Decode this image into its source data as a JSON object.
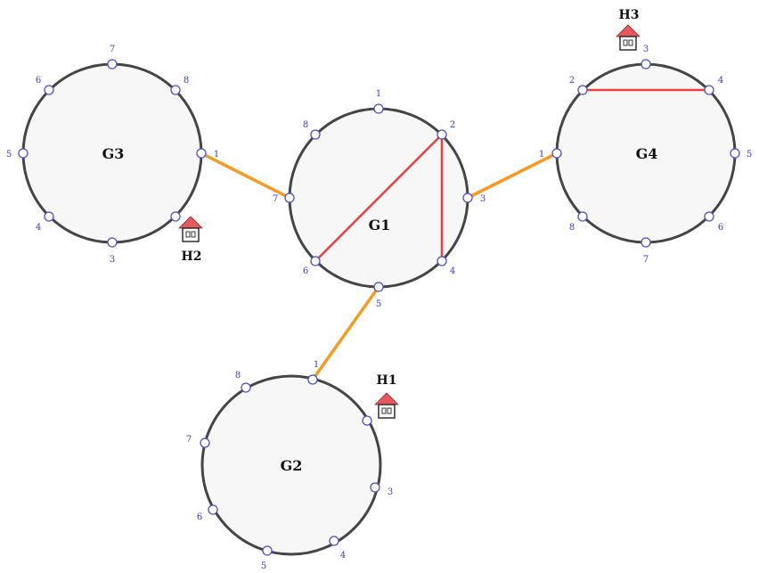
{
  "colors": {
    "group_fill": "#f7f7f7",
    "group_stroke": "#454545",
    "port_stroke": "#4a4fd0",
    "port_label": "#3b3bd8",
    "inter_link": "#f59a23",
    "intra_link": "#e8413f",
    "house_roof": "#e5585b"
  },
  "groups": [
    {
      "id": "G1",
      "label": "G1",
      "ports": [
        {
          "label": "1"
        },
        {
          "label": "2"
        },
        {
          "label": "3"
        },
        {
          "label": "4"
        },
        {
          "label": "5"
        },
        {
          "label": "6"
        },
        {
          "label": "7"
        },
        {
          "label": "8"
        }
      ]
    },
    {
      "id": "G2",
      "label": "G2",
      "ports": [
        {
          "label": "1"
        },
        {
          "label": "3"
        },
        {
          "label": "4"
        },
        {
          "label": "5"
        },
        {
          "label": "6"
        },
        {
          "label": "7"
        },
        {
          "label": "8"
        }
      ]
    },
    {
      "id": "G3",
      "label": "G3",
      "ports": [
        {
          "label": "1"
        },
        {
          "label": "3"
        },
        {
          "label": "4"
        },
        {
          "label": "5"
        },
        {
          "label": "6"
        },
        {
          "label": "7"
        },
        {
          "label": "8"
        }
      ]
    },
    {
      "id": "G4",
      "label": "G4",
      "ports": [
        {
          "label": "1"
        },
        {
          "label": "2"
        },
        {
          "label": "3"
        },
        {
          "label": "4"
        },
        {
          "label": "5"
        },
        {
          "label": "6"
        },
        {
          "label": "7"
        },
        {
          "label": "8"
        }
      ]
    }
  ],
  "inter_links": [
    {
      "from": "G3.1",
      "to": "G1.7"
    },
    {
      "from": "G1.3",
      "to": "G4.1"
    },
    {
      "from": "G1.5",
      "to": "G2.1"
    }
  ],
  "intra_links": [
    {
      "from": "G1.6",
      "to": "G1.2"
    },
    {
      "from": "G1.2",
      "to": "G1.4"
    },
    {
      "from": "G4.2",
      "to": "G4.4"
    }
  ],
  "houses": [
    {
      "label": "H1",
      "icon": "house-icon",
      "attached_to": "G2"
    },
    {
      "label": "H2",
      "icon": "house-icon",
      "attached_to": "G3"
    },
    {
      "label": "H3",
      "icon": "house-icon",
      "attached_to": "G4.3"
    }
  ]
}
